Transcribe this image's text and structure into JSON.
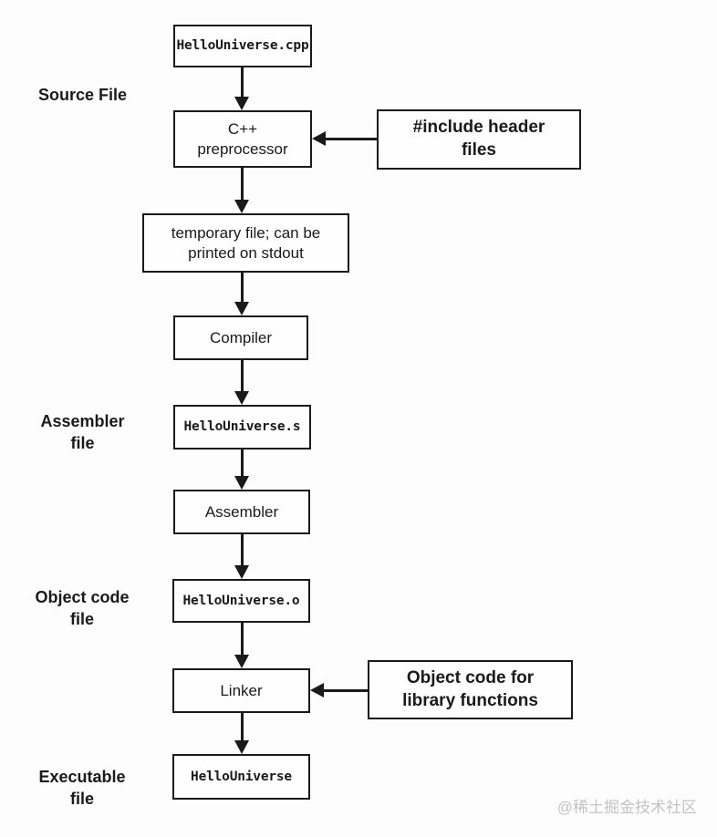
{
  "diagram": {
    "boxes": {
      "source": "HelloUniverse.cpp",
      "preprocessor": "C++\npreprocessor",
      "include_header": "#include header\nfiles",
      "temp_file": "temporary file; can be\nprinted on stdout",
      "compiler": "Compiler",
      "assembler_output": "HelloUniverse.s",
      "assembler": "Assembler",
      "object_output": "HelloUniverse.o",
      "linker": "Linker",
      "library_objects": "Object code for\nlibrary functions",
      "executable": "HelloUniverse"
    },
    "stage_labels": {
      "source_file": "Source File",
      "assembler_file": "Assembler\nfile",
      "object_code_file": "Object code\nfile",
      "executable_file": "Executable\nfile"
    },
    "colors": {
      "line": "#1a1a1a",
      "box_background": "#fefefe",
      "page_background": "#fdfdfd",
      "watermark": "#c3c3c3"
    }
  },
  "watermark": "@稀土掘金技术社区"
}
